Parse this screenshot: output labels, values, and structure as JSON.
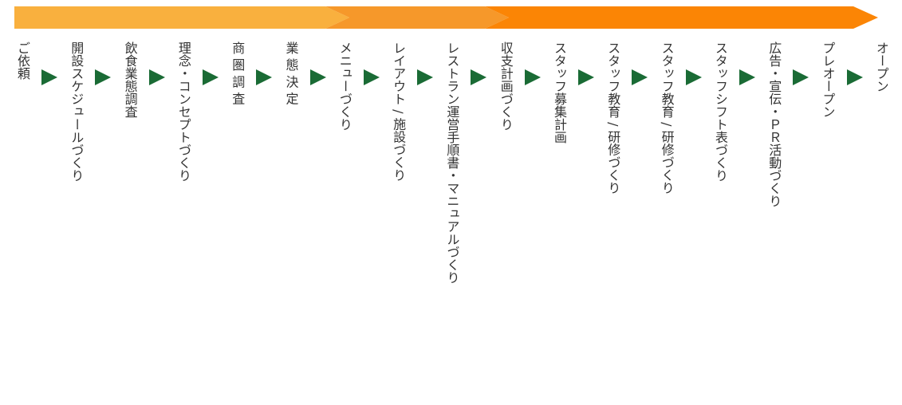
{
  "colors": {
    "band_light": "#f9b03e",
    "band_mid": "#f6982a",
    "band_dark": "#fb8505",
    "arrow": "#1a6b35",
    "text": "#333333"
  },
  "steps": [
    {
      "label": "ご依頼"
    },
    {
      "label": "開設スケジュールづくり"
    },
    {
      "label": "飲食業態調査"
    },
    {
      "label": "理念・コンセプトづくり"
    },
    {
      "label": "商 圏 調 査"
    },
    {
      "label": "業 態 決 定"
    },
    {
      "label": "メニューづくり"
    },
    {
      "label": "レイアウト / 施設づくり"
    },
    {
      "label": "レストラン運営手順書・マニュアルづくり"
    },
    {
      "label": "収支計画づくり"
    },
    {
      "label": "スタッフ募集計画"
    },
    {
      "label": "スタッフ教育 / 研修づくり"
    },
    {
      "label": "スタッフ教育 / 研修づくり"
    },
    {
      "label": "スタッフシフト表づくり"
    },
    {
      "label": "広告・宣伝・ＰＲ活動づくり"
    },
    {
      "label": "プレオープン"
    },
    {
      "label": "オープン"
    }
  ]
}
